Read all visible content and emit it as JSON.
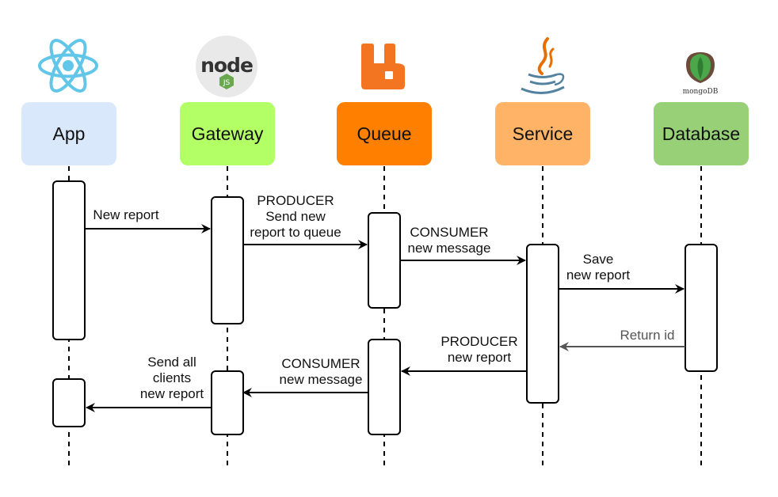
{
  "actors": [
    {
      "name": "App",
      "color": "#dae8fc",
      "icon": "react-icon"
    },
    {
      "name": "Gateway",
      "color": "#b3ff66",
      "icon": "nodejs-icon"
    },
    {
      "name": "Queue",
      "color": "#ff8000",
      "icon": "rabbitmq-icon"
    },
    {
      "name": "Service",
      "color": "#ffb366",
      "icon": "java-icon"
    },
    {
      "name": "Database",
      "color": "#97d077",
      "icon": "mongodb-icon"
    }
  ],
  "logos": {
    "node_text": "node",
    "node_badge": "JS",
    "mongo_text": "mongoDB"
  },
  "messages": [
    {
      "from": 0,
      "to": 1,
      "lines": [
        "New report"
      ]
    },
    {
      "from": 1,
      "to": 2,
      "lines": [
        "PRODUCER",
        "Send new",
        "report to queue"
      ]
    },
    {
      "from": 2,
      "to": 3,
      "lines": [
        "CONSUMER",
        "new message"
      ]
    },
    {
      "from": 3,
      "to": 4,
      "lines": [
        "Save",
        "new report"
      ]
    },
    {
      "from": 4,
      "to": 3,
      "lines": [
        "Return id"
      ],
      "style": "return",
      "color": "#555555"
    },
    {
      "from": 3,
      "to": 2,
      "lines": [
        "PRODUCER",
        "new report"
      ]
    },
    {
      "from": 2,
      "to": 1,
      "lines": [
        "CONSUMER",
        "new message"
      ]
    },
    {
      "from": 1,
      "to": 0,
      "lines": [
        "Send all",
        "clients",
        "new report"
      ]
    }
  ]
}
